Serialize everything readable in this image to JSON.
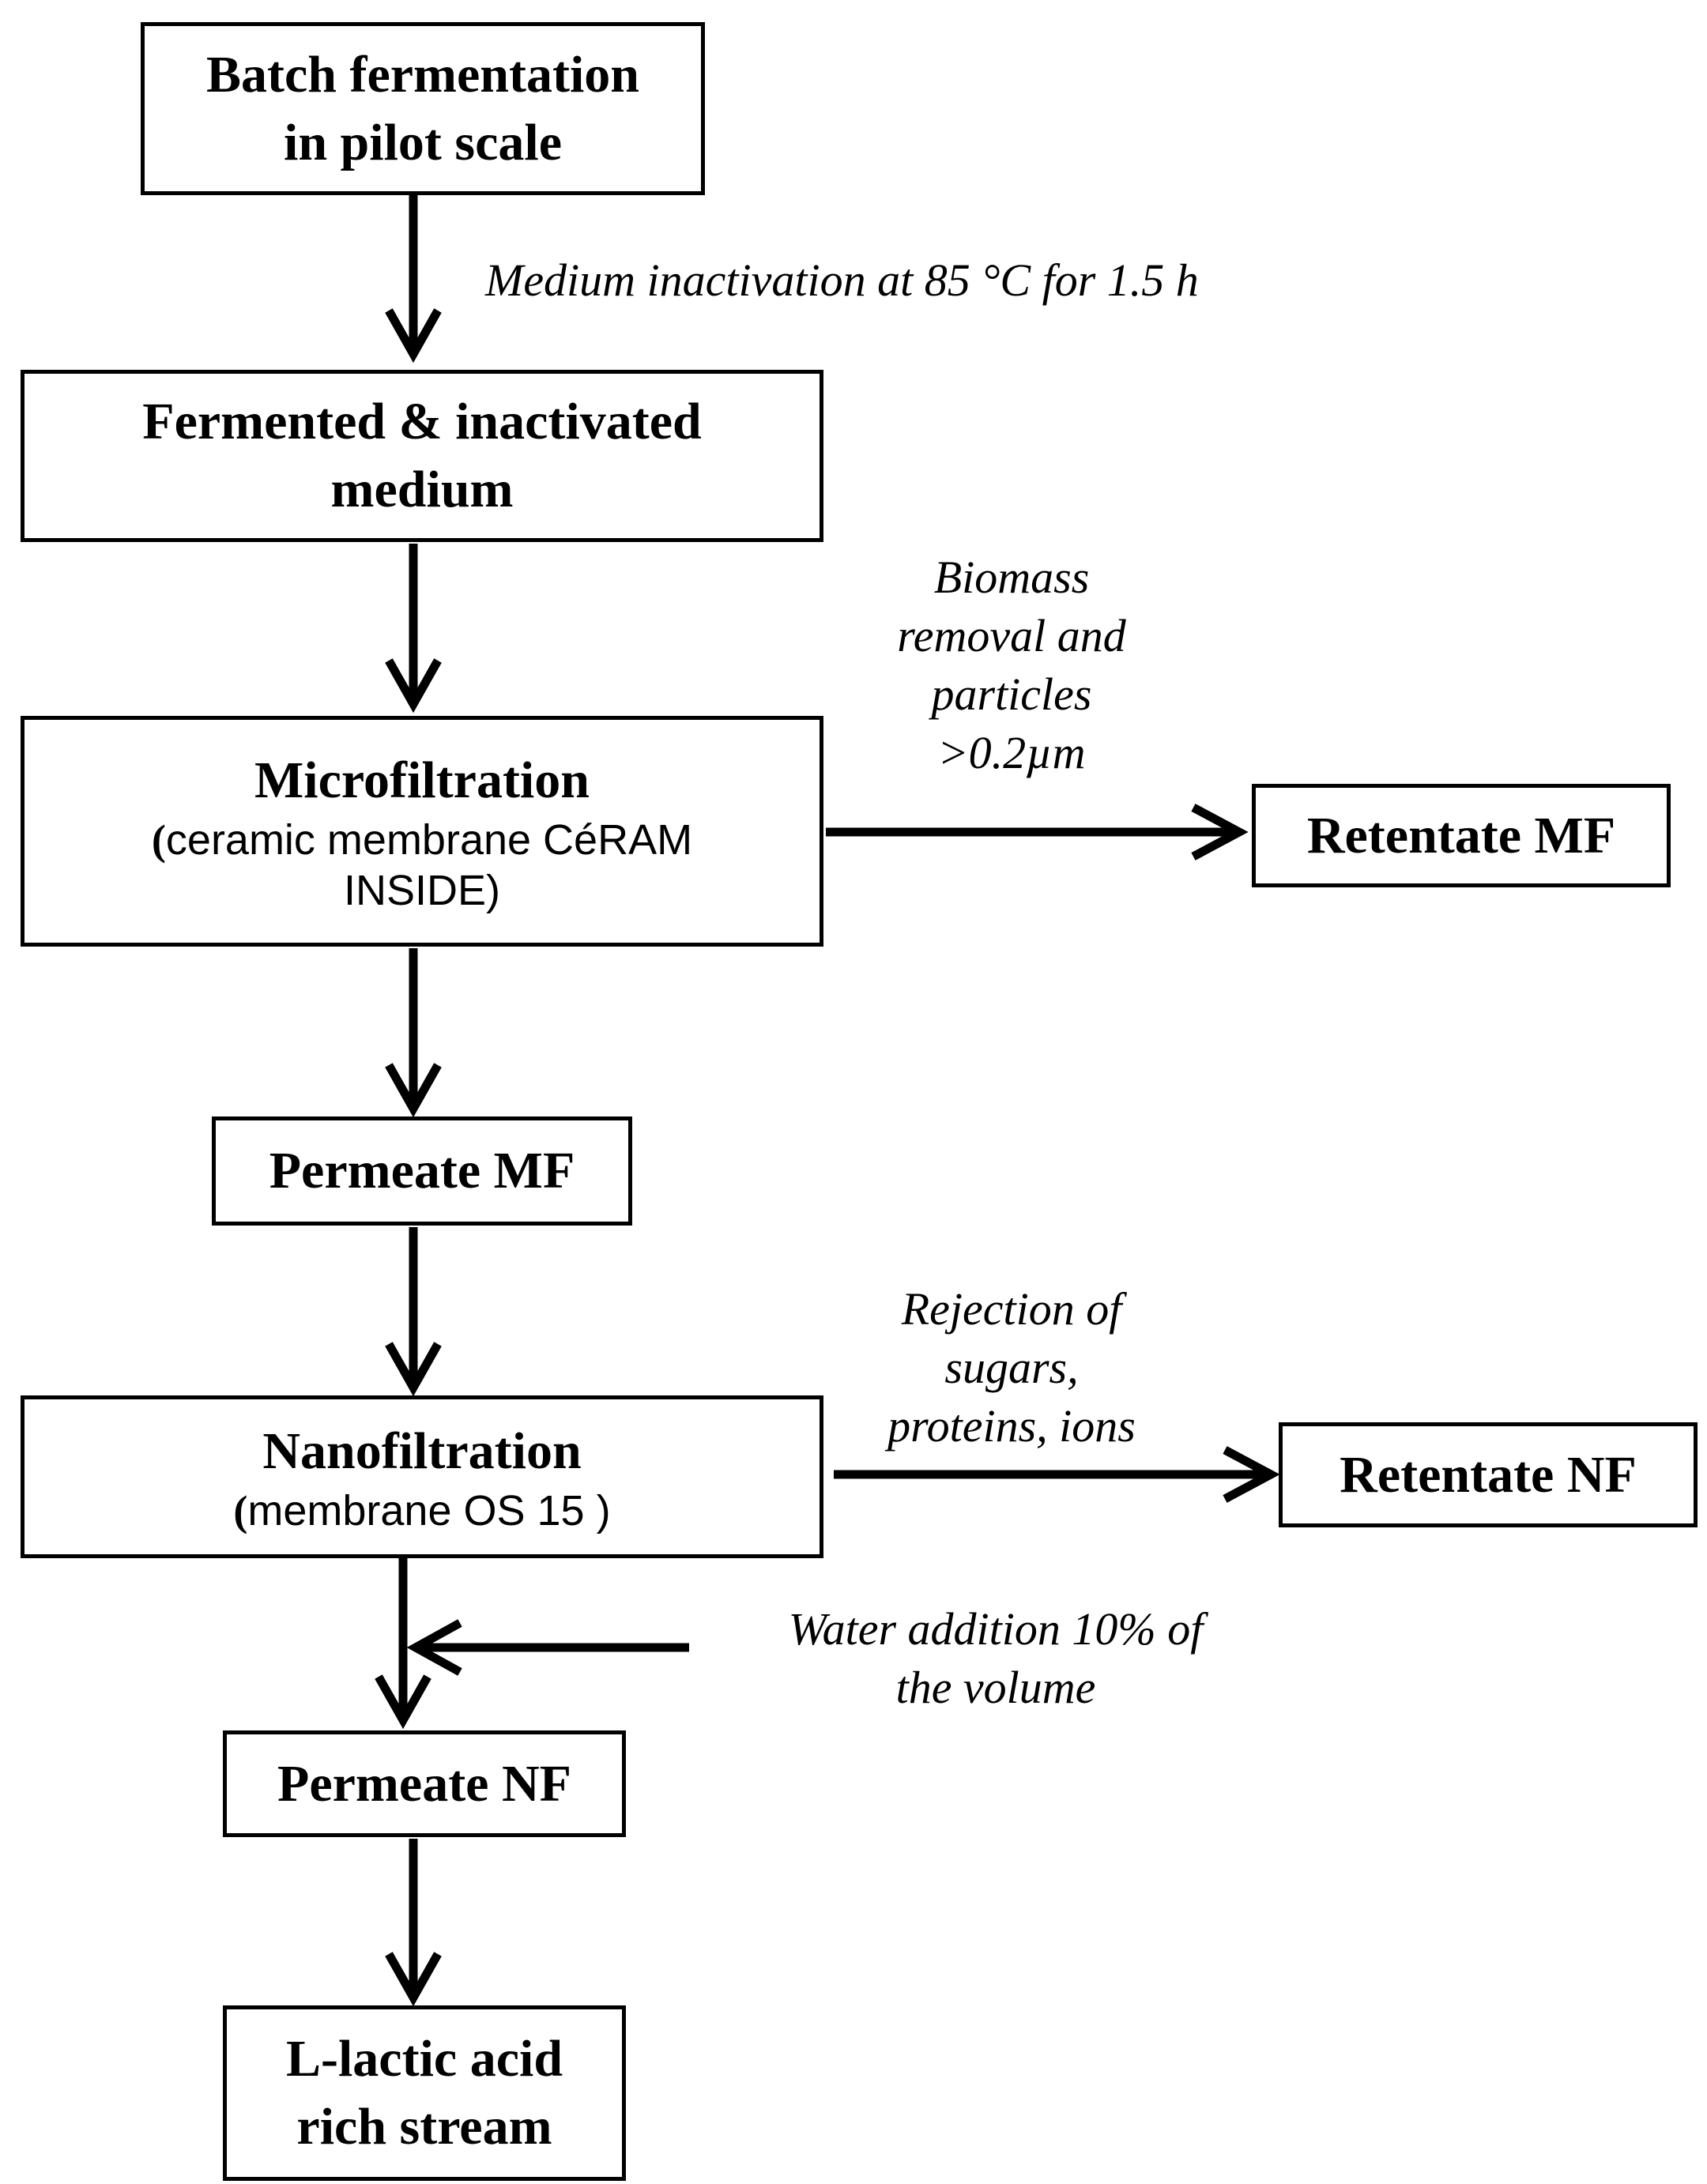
{
  "diagram": {
    "boxes": {
      "batch": {
        "title_line1": "Batch fermentation",
        "title_line2": "in pilot scale"
      },
      "fermented": {
        "title_line1": "Fermented & inactivated",
        "title_line2": "medium"
      },
      "micro": {
        "title": "Microfiltration",
        "paren_open": "(",
        "sub_line1": "ceramic membrane CéRAM",
        "sub_line2": "INSIDE)"
      },
      "retentate_mf": {
        "title": "Retentate MF"
      },
      "permeate_mf": {
        "title": "Permeate MF"
      },
      "nano": {
        "title": "Nanofiltration",
        "paren_open": "(",
        "sub": "membrane  OS 15 )"
      },
      "retentate_nf": {
        "title": "Retentate NF"
      },
      "permeate_nf": {
        "title": "Permeate NF"
      },
      "lactic": {
        "title_line1": "L-lactic acid",
        "title_line2": "rich stream"
      }
    },
    "annotations": {
      "inactivation": "Medium inactivation at 85 °C for 1.5 h",
      "biomass": [
        "Biomass",
        "removal and",
        "particles",
        ">0.2µm"
      ],
      "rejection": [
        "Rejection of",
        "sugars,",
        "proteins, ions"
      ],
      "water": [
        "Water addition 10% of",
        "the volume"
      ]
    }
  }
}
